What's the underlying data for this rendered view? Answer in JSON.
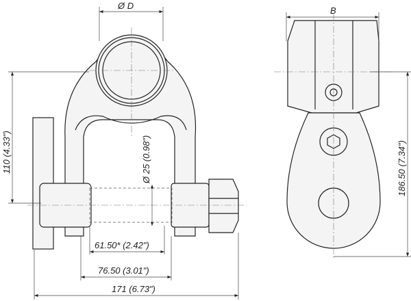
{
  "dimensions": {
    "pin_diameter_label": "Ø D",
    "width_label": "B",
    "height_left": "110 (4.33\")",
    "pin_dia": "Ø 25 (0.98\")",
    "inner_width": "61.50* (2.42\")",
    "outer_width": "76.50 (3.01\")",
    "overall_width": "171 (6.73\")",
    "overall_height": "186.50 (7.34\")"
  }
}
